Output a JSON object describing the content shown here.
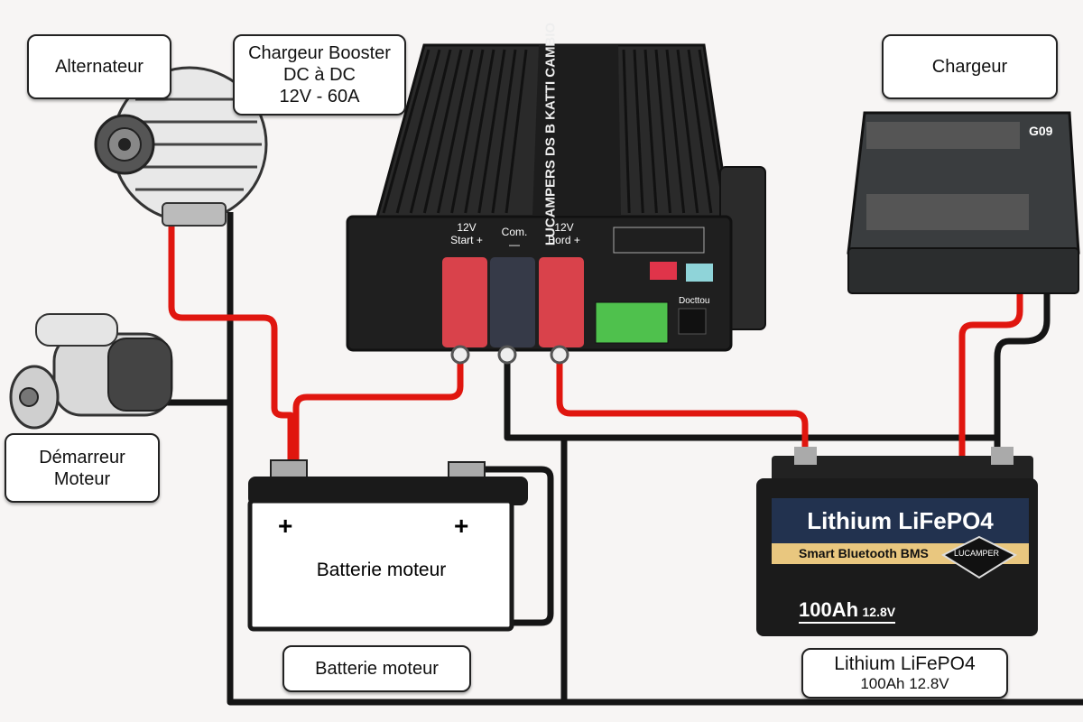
{
  "labels": {
    "alternator": "Alternateur",
    "booster": [
      "Chargeur Booster",
      "DC à DC",
      "12V - 60A"
    ],
    "charger": "Chargeur",
    "starter": [
      "Démarreur",
      "Moteur"
    ],
    "engine_battery": "Batterie moteur",
    "lithium": [
      "Lithium LiFePO4",
      "100Ah 12.8V"
    ]
  },
  "booster_device": {
    "brand_text": "LUCAMPERS DS B KATTI CAMBIO",
    "terminals": [
      "12V\nStart +",
      "Com.\n—",
      "12V\nBord +"
    ],
    "port_label": "Docttou"
  },
  "engine_battery_device": {
    "plus_left": "+",
    "plus_right": "+",
    "label": "Batterie moteur"
  },
  "lithium_device": {
    "title": "Lithium LiFePO4",
    "strip": "Smart Bluetooth BMS",
    "brand": "LUCAMPER",
    "capacity": "100Ah",
    "voltage": "12.8V"
  },
  "charger_device": {
    "logo": "G09"
  },
  "colors": {
    "positive_wire": "#e0160f",
    "negative_wire": "#151515",
    "panel_navy": "#22324f",
    "strip_gold": "#e9c77f"
  }
}
